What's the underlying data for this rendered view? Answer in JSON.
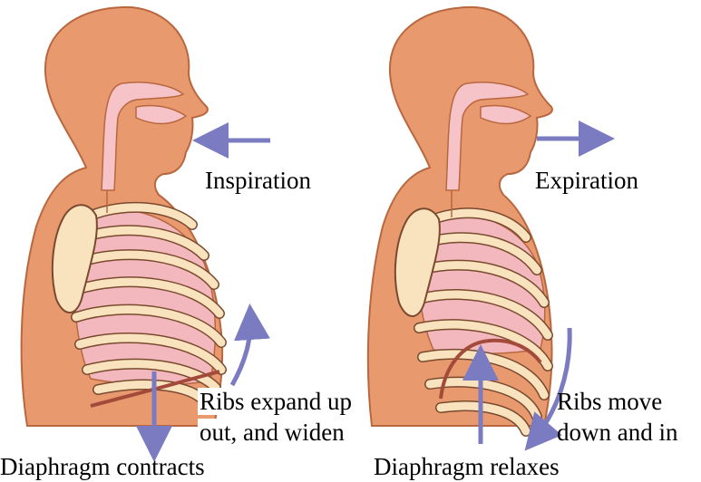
{
  "panels": [
    {
      "state_label": "Inspiration",
      "ribs_label_line1": "Ribs expand up",
      "ribs_label_line2": "out, and widen",
      "diaphragm_label": "Diaphragm contracts"
    },
    {
      "state_label": "Expiration",
      "ribs_label_line1": "Ribs move",
      "ribs_label_line2": "down and in",
      "diaphragm_label": "Diaphragm relaxes"
    }
  ],
  "colors": {
    "skin": "#E8996E",
    "skin_outline": "#B9673F",
    "lung": "#F2B8BE",
    "airway": "#F5C3C8",
    "rib": "#F9E3BF",
    "rib_outline": "#7A4A2E",
    "arrow": "#7B7BC2",
    "diaphragm": "#A34A3A"
  }
}
